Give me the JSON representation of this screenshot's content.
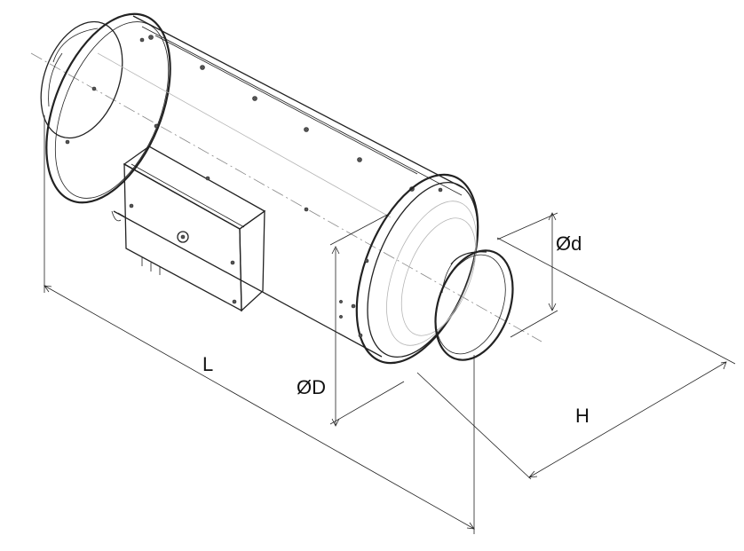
{
  "labels": {
    "outer_diameter": "ØD",
    "inner_diameter": "Ød",
    "length": "L",
    "height": "H"
  },
  "colors": {
    "line": "#222222",
    "hidden_line": "#b5b5b5",
    "background": "#ffffff"
  }
}
